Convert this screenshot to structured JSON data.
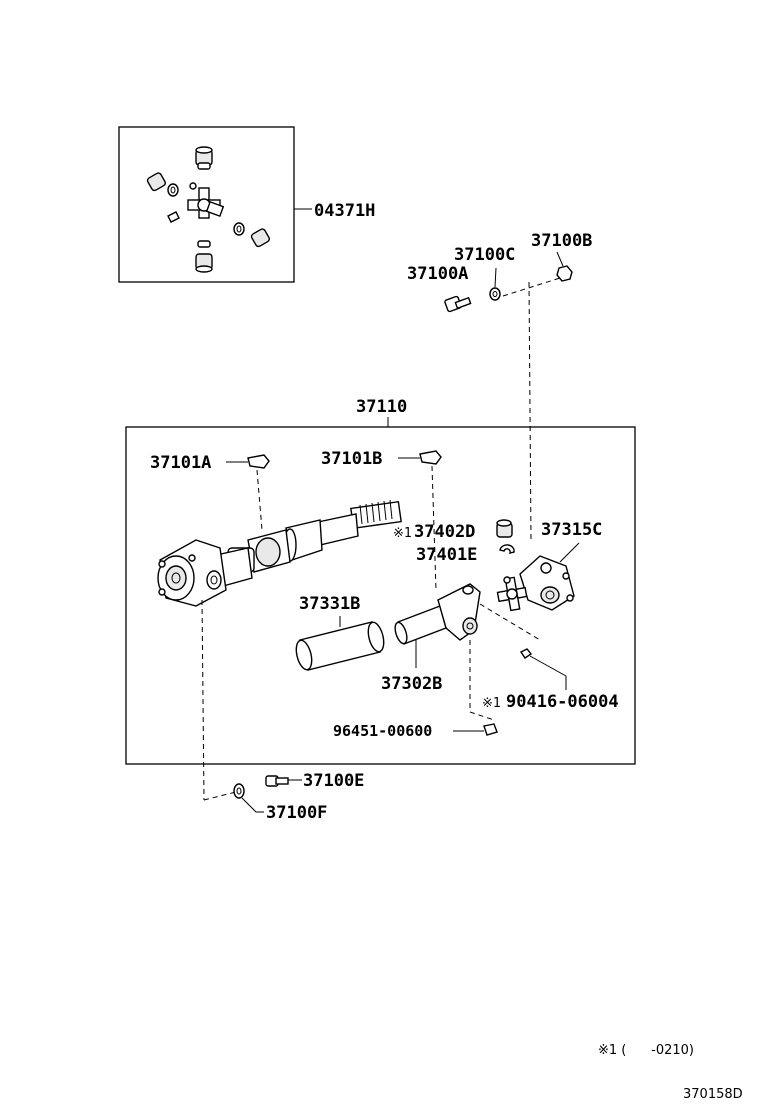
{
  "kit_label": "04371H",
  "assembly_label": "37110",
  "labels": {
    "bolt_a": "37100A",
    "washer_c": "37100C",
    "nut_b": "37100B",
    "clip_a": "37101A",
    "clip_b": "37101B",
    "note_bearing": "※1",
    "bearing_cup": "37402D",
    "snap_ring": "37401E",
    "yoke": "37315C",
    "sleeve": "37331B",
    "slip_yoke": "37302B",
    "note_nipple": "※1",
    "nipple": "90416-06004",
    "grease_fitting": "96451-00600",
    "bolt_e": "37100E",
    "washer_f": "37100F"
  },
  "footnote": "※1 (      -0210)",
  "diagram_code": "370158D"
}
